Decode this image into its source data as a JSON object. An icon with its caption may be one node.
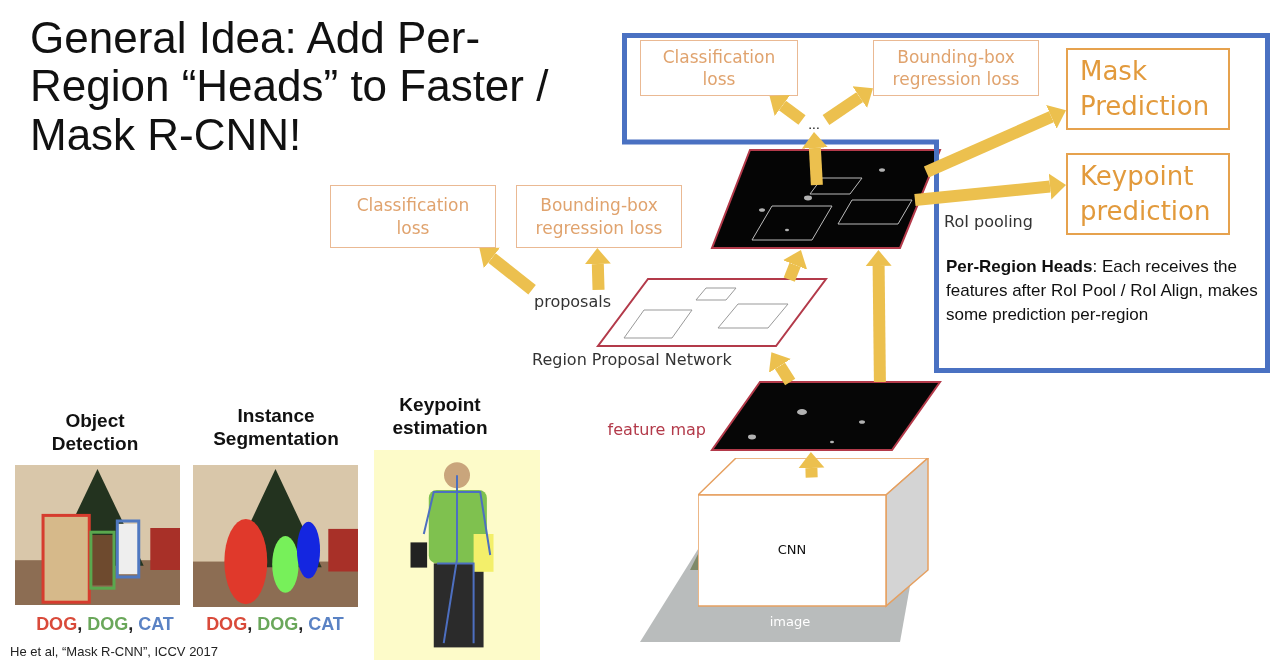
{
  "diagram": {
    "title": "General Idea: Add Per-Region “Heads” to Faster / Mask R-CNN!",
    "caption": "He et al, “Mask R-CNN”, ICCV 2017",
    "nodes": [
      {
        "text": [
          "**Per-Region Heads**: Each receives the features after RoI Pool / RoI Align, makes some prediction per-region"
        ]
      },
      {
        "text": [
          "Classification loss"
        ],
        "in": 0
      },
      {
        "text": [
          "Bounding-box regression loss"
        ],
        "in": 0
      },
      {
        "text": [
          "..."
        ],
        "in": 0
      },
      {
        "text": [
          "Mask Prediction"
        ],
        "in": 0
      },
      {
        "text": [
          "Keypoint prediction"
        ],
        "in": 0
      },
      {
        "text": [],
        "shape": "picture",
        "beside": [
          "RoI pooling"
        ]
      },
      {
        "text": [
          "Classification loss"
        ]
      },
      {
        "text": [
          "Bounding-box regression loss"
        ]
      },
      {
        "text": [],
        "shape": "picture",
        "beside": [
          "proposals",
          "Region Proposal Network"
        ]
      },
      {
        "text": [],
        "shape": "picture",
        "beside": [
          "feature map"
        ]
      },
      {
        "text": [
          "CNN"
        ]
      },
      {
        "text": [
          "image"
        ]
      }
    ],
    "edges": [
      {
        "from": 3,
        "to": 1,
        "arrow": "to"
      },
      {
        "from": 3,
        "to": 2,
        "arrow": "to"
      },
      {
        "from": 6,
        "to": 3,
        "arrow": "to"
      },
      {
        "from": 6,
        "to": 4,
        "arrow": "to"
      },
      {
        "from": 6,
        "to": 5,
        "arrow": "to"
      },
      {
        "from": 9,
        "to": 6,
        "arrow": "to"
      },
      {
        "from": 10,
        "to": 6,
        "arrow": "to"
      },
      {
        "from": 10,
        "to": 9,
        "arrow": "to"
      },
      {
        "from": 9,
        "to": 7,
        "arrow": "to"
      },
      {
        "from": 9,
        "to": 8,
        "arrow": "to"
      },
      {
        "from": 11,
        "to": 10,
        "arrow": "to"
      }
    ],
    "labels": [
      "Object Detection",
      "Instance Segmentation",
      "Keypoint estimation",
      "DOG, DOG, CAT",
      "DOG, DOG, CAT"
    ]
  }
}
